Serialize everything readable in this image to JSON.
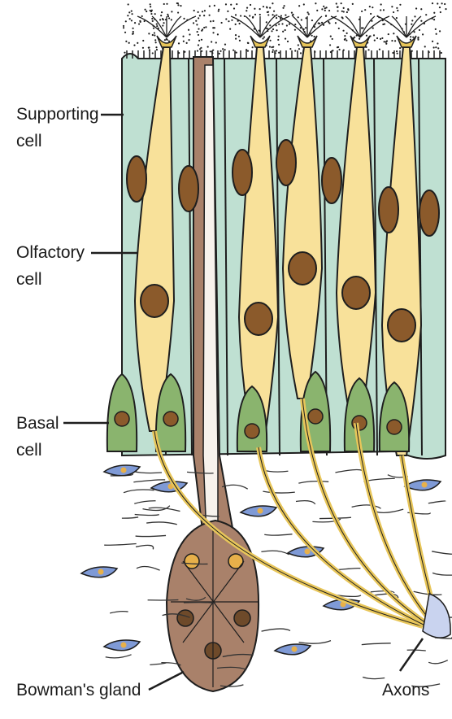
{
  "labels": {
    "supporting_cell": {
      "line1": "Supporting",
      "line2": "cell"
    },
    "olfactory_cell": {
      "line1": "Olfactory",
      "line2": "cell"
    },
    "basal_cell": {
      "line1": "Basal",
      "line2": "cell"
    },
    "bowmans_gland": "Bowman's gland",
    "axons": "Axons"
  },
  "colors": {
    "supporting_cell": "#bfe0d2",
    "olfactory_cell": "#f8e19a",
    "basal_cell": "#8ab46e",
    "nucleus": "#8b5a2b",
    "gland": "#a9816a",
    "connective_cell": "#7f9ad6",
    "outline": "#1e1e1e"
  }
}
